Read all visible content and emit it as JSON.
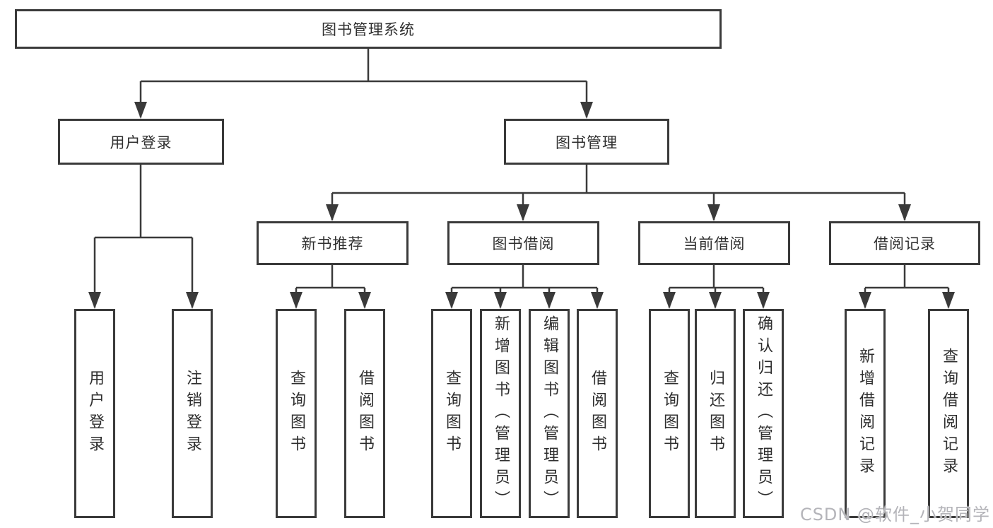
{
  "colors": {
    "box_border": "#3a3a3a",
    "connector_line": "#3a3a3a",
    "text": "#2f2f2f",
    "watermark": "#b4b4b9",
    "background": "#ffffff"
  },
  "tree": {
    "root": {
      "label": "图书管理系统"
    },
    "branches": [
      {
        "label": "用户登录",
        "children": [
          {
            "label": "用户登录"
          },
          {
            "label": "注销登录"
          }
        ]
      },
      {
        "label": "图书管理",
        "children": [
          {
            "label": "新书推荐",
            "children": [
              {
                "label": "查询图书"
              },
              {
                "label": "借阅图书"
              }
            ]
          },
          {
            "label": "图书借阅",
            "children": [
              {
                "label": "查询图书"
              },
              {
                "label": "新增图书（管理员）"
              },
              {
                "label": "编辑图书（管理员）"
              },
              {
                "label": "借阅图书"
              }
            ]
          },
          {
            "label": "当前借阅",
            "children": [
              {
                "label": "查询图书"
              },
              {
                "label": "归还图书"
              },
              {
                "label": "确认归还（管理员）"
              }
            ]
          },
          {
            "label": "借阅记录",
            "children": [
              {
                "label": "新增借阅记录"
              },
              {
                "label": "查询借阅记录"
              }
            ]
          }
        ]
      }
    ]
  },
  "watermark": {
    "text": "CSDN @软件_小贺同学"
  }
}
